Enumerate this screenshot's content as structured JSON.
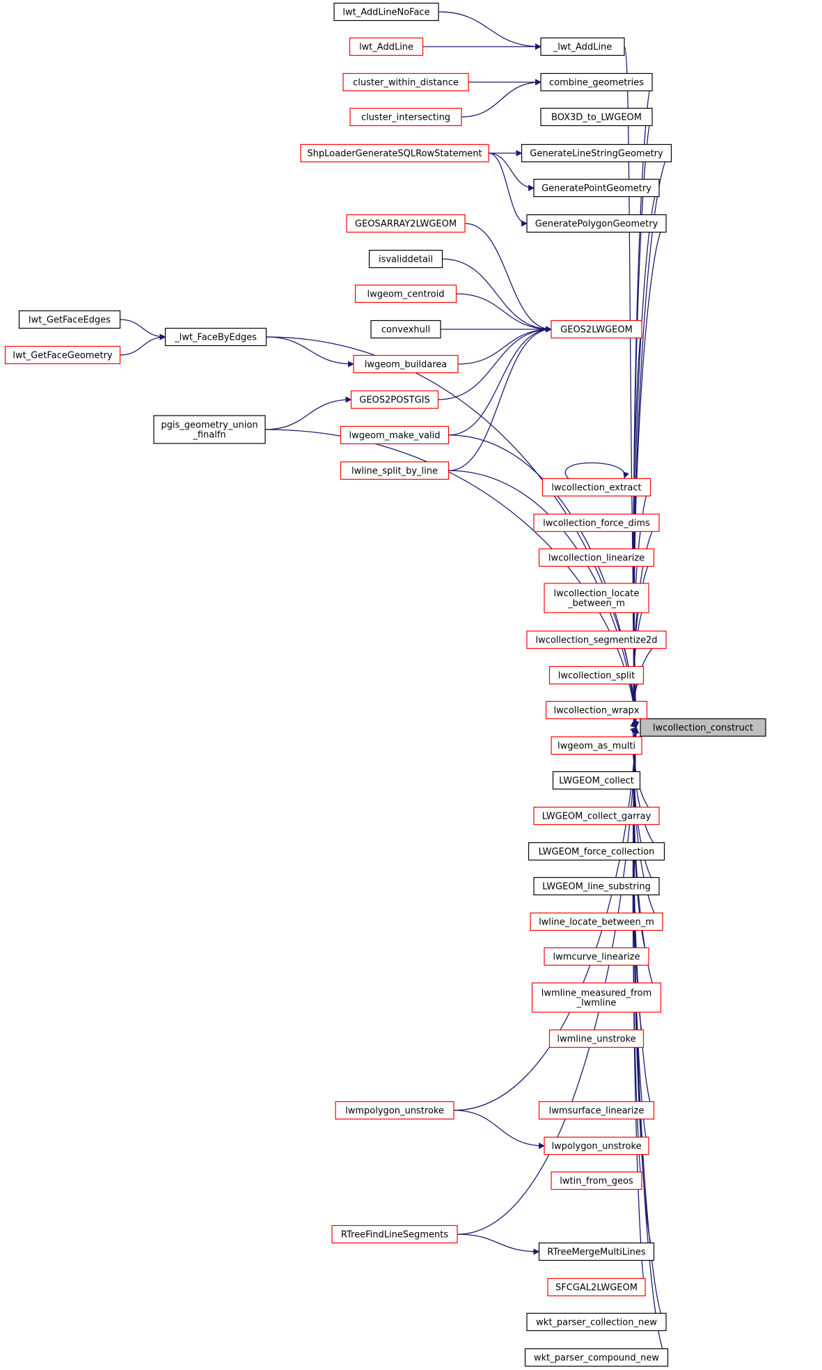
{
  "colors": {
    "edge": "#191970",
    "border_red": "#ff0000",
    "border_black": "#000000",
    "root_fill": "#bfbfbf"
  },
  "nodes": [
    {
      "id": "lwcollection_construct",
      "lines": [
        "lwcollection_construct"
      ],
      "border": "black",
      "root": true
    },
    {
      "id": "lwt_AddLineNoFace",
      "lines": [
        "lwt_AddLineNoFace"
      ],
      "border": "black"
    },
    {
      "id": "_lwt_AddLine",
      "lines": [
        "_lwt_AddLine"
      ],
      "border": "black"
    },
    {
      "id": "lwt_AddLine",
      "lines": [
        "lwt_AddLine"
      ],
      "border": "red"
    },
    {
      "id": "cluster_within_distance",
      "lines": [
        "cluster_within_distance"
      ],
      "border": "red"
    },
    {
      "id": "combine_geometries",
      "lines": [
        "combine_geometries"
      ],
      "border": "black"
    },
    {
      "id": "cluster_intersecting",
      "lines": [
        "cluster_intersecting"
      ],
      "border": "red"
    },
    {
      "id": "BOX3D_to_LWGEOM",
      "lines": [
        "BOX3D_to_LWGEOM"
      ],
      "border": "black"
    },
    {
      "id": "ShpLoaderGenerateSQLRowStatement",
      "lines": [
        "ShpLoaderGenerateSQLRowStatement"
      ],
      "border": "red"
    },
    {
      "id": "GenerateLineStringGeometry",
      "lines": [
        "GenerateLineStringGeometry"
      ],
      "border": "black"
    },
    {
      "id": "GeneratePointGeometry",
      "lines": [
        "GeneratePointGeometry"
      ],
      "border": "black"
    },
    {
      "id": "GeneratePolygonGeometry",
      "lines": [
        "GeneratePolygonGeometry"
      ],
      "border": "black"
    },
    {
      "id": "GEOSARRAY2LWGEOM",
      "lines": [
        "GEOSARRAY2LWGEOM"
      ],
      "border": "red"
    },
    {
      "id": "isvaliddetail",
      "lines": [
        "isvaliddetail"
      ],
      "border": "black"
    },
    {
      "id": "lwgeom_centroid",
      "lines": [
        "lwgeom_centroid"
      ],
      "border": "red"
    },
    {
      "id": "lwt_GetFaceEdges",
      "lines": [
        "lwt_GetFaceEdges"
      ],
      "border": "black"
    },
    {
      "id": "_lwt_FaceByEdges",
      "lines": [
        "_lwt_FaceByEdges"
      ],
      "border": "black"
    },
    {
      "id": "convexhull",
      "lines": [
        "convexhull"
      ],
      "border": "black"
    },
    {
      "id": "GEOS2LWGEOM",
      "lines": [
        "GEOS2LWGEOM"
      ],
      "border": "red"
    },
    {
      "id": "lwt_GetFaceGeometry",
      "lines": [
        "lwt_GetFaceGeometry"
      ],
      "border": "red"
    },
    {
      "id": "lwgeom_buildarea",
      "lines": [
        "lwgeom_buildarea"
      ],
      "border": "red"
    },
    {
      "id": "GEOS2POSTGIS",
      "lines": [
        "GEOS2POSTGIS"
      ],
      "border": "red"
    },
    {
      "id": "pgis_geometry_union_finalfn",
      "lines": [
        "pgis_geometry_union",
        "_finalfn"
      ],
      "border": "black"
    },
    {
      "id": "lwgeom_make_valid",
      "lines": [
        "lwgeom_make_valid"
      ],
      "border": "red"
    },
    {
      "id": "lwline_split_by_line",
      "lines": [
        "lwline_split_by_line"
      ],
      "border": "red"
    },
    {
      "id": "lwcollection_extract",
      "lines": [
        "lwcollection_extract"
      ],
      "border": "red"
    },
    {
      "id": "lwcollection_force_dims",
      "lines": [
        "lwcollection_force_dims"
      ],
      "border": "red"
    },
    {
      "id": "lwcollection_linearize",
      "lines": [
        "lwcollection_linearize"
      ],
      "border": "red"
    },
    {
      "id": "lwcollection_locate_between_m",
      "lines": [
        "lwcollection_locate",
        "_between_m"
      ],
      "border": "red"
    },
    {
      "id": "lwcollection_segmentize2d",
      "lines": [
        "lwcollection_segmentize2d"
      ],
      "border": "red"
    },
    {
      "id": "lwcollection_split",
      "lines": [
        "lwcollection_split"
      ],
      "border": "red"
    },
    {
      "id": "lwcollection_wrapx",
      "lines": [
        "lwcollection_wrapx"
      ],
      "border": "red"
    },
    {
      "id": "lwgeom_as_multi",
      "lines": [
        "lwgeom_as_multi"
      ],
      "border": "red"
    },
    {
      "id": "LWGEOM_collect",
      "lines": [
        "LWGEOM_collect"
      ],
      "border": "black"
    },
    {
      "id": "LWGEOM_collect_garray",
      "lines": [
        "LWGEOM_collect_garray"
      ],
      "border": "red"
    },
    {
      "id": "LWGEOM_force_collection",
      "lines": [
        "LWGEOM_force_collection"
      ],
      "border": "black"
    },
    {
      "id": "LWGEOM_line_substring",
      "lines": [
        "LWGEOM_line_substring"
      ],
      "border": "black"
    },
    {
      "id": "lwline_locate_between_m",
      "lines": [
        "lwline_locate_between_m"
      ],
      "border": "red"
    },
    {
      "id": "lwmcurve_linearize",
      "lines": [
        "lwmcurve_linearize"
      ],
      "border": "red"
    },
    {
      "id": "lwmline_measured_from_lwmline",
      "lines": [
        "lwmline_measured_from",
        "_lwmline"
      ],
      "border": "red"
    },
    {
      "id": "lwmline_unstroke",
      "lines": [
        "lwmline_unstroke"
      ],
      "border": "red"
    },
    {
      "id": "lwmpolygon_unstroke",
      "lines": [
        "lwmpolygon_unstroke"
      ],
      "border": "red"
    },
    {
      "id": "lwmsurface_linearize",
      "lines": [
        "lwmsurface_linearize"
      ],
      "border": "red"
    },
    {
      "id": "lwpolygon_unstroke",
      "lines": [
        "lwpolygon_unstroke"
      ],
      "border": "red"
    },
    {
      "id": "lwtin_from_geos",
      "lines": [
        "lwtin_from_geos"
      ],
      "border": "red"
    },
    {
      "id": "RTreeFindLineSegments",
      "lines": [
        "RTreeFindLineSegments"
      ],
      "border": "red"
    },
    {
      "id": "RTreeMergeMultiLines",
      "lines": [
        "RTreeMergeMultiLines"
      ],
      "border": "black"
    },
    {
      "id": "SFCGAL2LWGEOM",
      "lines": [
        "SFCGAL2LWGEOM"
      ],
      "border": "red"
    },
    {
      "id": "wkt_parser_collection_new",
      "lines": [
        "wkt_parser_collection_new"
      ],
      "border": "black"
    },
    {
      "id": "wkt_parser_compound_new",
      "lines": [
        "wkt_parser_compound_new"
      ],
      "border": "black"
    }
  ],
  "edges": [
    [
      "lwt_AddLineNoFace",
      "_lwt_AddLine"
    ],
    [
      "lwt_AddLine",
      "_lwt_AddLine"
    ],
    [
      "cluster_within_distance",
      "combine_geometries"
    ],
    [
      "cluster_intersecting",
      "combine_geometries"
    ],
    [
      "ShpLoaderGenerateSQLRowStatement",
      "GenerateLineStringGeometry"
    ],
    [
      "ShpLoaderGenerateSQLRowStatement",
      "GeneratePointGeometry"
    ],
    [
      "ShpLoaderGenerateSQLRowStatement",
      "GeneratePolygonGeometry"
    ],
    [
      "lwt_GetFaceEdges",
      "_lwt_FaceByEdges"
    ],
    [
      "lwt_GetFaceGeometry",
      "_lwt_FaceByEdges"
    ],
    [
      "_lwt_FaceByEdges",
      "lwgeom_buildarea"
    ],
    [
      "pgis_geometry_union_finalfn",
      "GEOS2POSTGIS"
    ],
    [
      "GEOSARRAY2LWGEOM",
      "GEOS2LWGEOM"
    ],
    [
      "isvaliddetail",
      "GEOS2LWGEOM"
    ],
    [
      "lwgeom_centroid",
      "GEOS2LWGEOM"
    ],
    [
      "convexhull",
      "GEOS2LWGEOM"
    ],
    [
      "lwgeom_buildarea",
      "GEOS2LWGEOM"
    ],
    [
      "GEOS2POSTGIS",
      "GEOS2LWGEOM"
    ],
    [
      "lwgeom_make_valid",
      "GEOS2LWGEOM"
    ],
    [
      "lwline_split_by_line",
      "GEOS2LWGEOM"
    ],
    [
      "lwcollection_extract",
      "lwcollection_extract"
    ],
    [
      "lwmpolygon_unstroke",
      "lwpolygon_unstroke"
    ],
    [
      "RTreeFindLineSegments",
      "RTreeMergeMultiLines"
    ],
    [
      "_lwt_AddLine",
      "lwcollection_construct"
    ],
    [
      "combine_geometries",
      "lwcollection_construct"
    ],
    [
      "BOX3D_to_LWGEOM",
      "lwcollection_construct"
    ],
    [
      "GenerateLineStringGeometry",
      "lwcollection_construct"
    ],
    [
      "GeneratePointGeometry",
      "lwcollection_construct"
    ],
    [
      "GeneratePolygonGeometry",
      "lwcollection_construct"
    ],
    [
      "_lwt_FaceByEdges",
      "lwcollection_construct"
    ],
    [
      "GEOS2LWGEOM",
      "lwcollection_construct"
    ],
    [
      "lwgeom_make_valid",
      "lwcollection_construct"
    ],
    [
      "lwline_split_by_line",
      "lwcollection_construct"
    ],
    [
      "pgis_geometry_union_finalfn",
      "lwcollection_construct"
    ],
    [
      "lwcollection_extract",
      "lwcollection_construct"
    ],
    [
      "lwcollection_force_dims",
      "lwcollection_construct"
    ],
    [
      "lwcollection_linearize",
      "lwcollection_construct"
    ],
    [
      "lwcollection_locate_between_m",
      "lwcollection_construct"
    ],
    [
      "lwcollection_segmentize2d",
      "lwcollection_construct"
    ],
    [
      "lwcollection_split",
      "lwcollection_construct"
    ],
    [
      "lwcollection_wrapx",
      "lwcollection_construct"
    ],
    [
      "lwgeom_as_multi",
      "lwcollection_construct"
    ],
    [
      "LWGEOM_collect",
      "lwcollection_construct"
    ],
    [
      "LWGEOM_collect_garray",
      "lwcollection_construct"
    ],
    [
      "LWGEOM_force_collection",
      "lwcollection_construct"
    ],
    [
      "LWGEOM_line_substring",
      "lwcollection_construct"
    ],
    [
      "lwline_locate_between_m",
      "lwcollection_construct"
    ],
    [
      "lwmcurve_linearize",
      "lwcollection_construct"
    ],
    [
      "lwmline_measured_from_lwmline",
      "lwcollection_construct"
    ],
    [
      "lwmline_unstroke",
      "lwcollection_construct"
    ],
    [
      "lwmpolygon_unstroke",
      "lwcollection_construct"
    ],
    [
      "lwmsurface_linearize",
      "lwcollection_construct"
    ],
    [
      "lwpolygon_unstroke",
      "lwcollection_construct"
    ],
    [
      "lwtin_from_geos",
      "lwcollection_construct"
    ],
    [
      "RTreeFindLineSegments",
      "lwcollection_construct"
    ],
    [
      "RTreeMergeMultiLines",
      "lwcollection_construct"
    ],
    [
      "SFCGAL2LWGEOM",
      "lwcollection_construct"
    ],
    [
      "wkt_parser_collection_new",
      "lwcollection_construct"
    ],
    [
      "wkt_parser_compound_new",
      "lwcollection_construct"
    ]
  ]
}
